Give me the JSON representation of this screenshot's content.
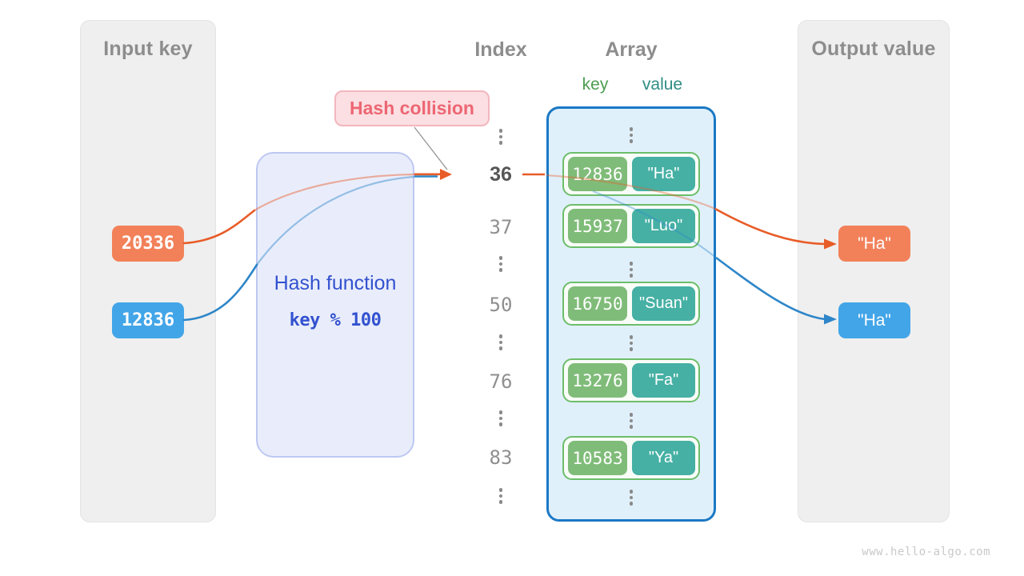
{
  "input_panel": {
    "title": "Input key",
    "keys": [
      {
        "label": "20336",
        "color": "#f2815a"
      },
      {
        "label": "12836",
        "color": "#42a5e8"
      }
    ]
  },
  "hash_function": {
    "name": "Hash function",
    "formula": "key % 100"
  },
  "collision": {
    "label": "Hash collision"
  },
  "headers": {
    "index": "Index",
    "array": "Array",
    "key": "key",
    "value": "value"
  },
  "buckets": [
    {
      "index": "36",
      "key": "12836",
      "value": "\"Ha\""
    },
    {
      "index": "37",
      "key": "15937",
      "value": "\"Luo\""
    },
    {
      "index": "50",
      "key": "16750",
      "value": "\"Suan\""
    },
    {
      "index": "76",
      "key": "13276",
      "value": "\"Fa\""
    },
    {
      "index": "83",
      "key": "10583",
      "value": "\"Ya\""
    }
  ],
  "output_panel": {
    "title": "Output value",
    "values": [
      {
        "label": "\"Ha\"",
        "color": "#f2815a"
      },
      {
        "label": "\"Ha\"",
        "color": "#42a5e8"
      }
    ]
  },
  "watermark": "www.hello-algo.com",
  "colors": {
    "orange_arrow": "#e85c28",
    "blue_arrow": "#2e86c9",
    "array_border": "#1b79c4",
    "pair_border": "#6cbe6a",
    "key_box": "#80bc79",
    "value_box": "#46b0a4",
    "hash_box_bg": "#e9edfb",
    "hash_text": "#3352cf",
    "collision_bg": "#fbdfe2",
    "collision_text": "#ed6673",
    "panel_bg": "#efefef"
  }
}
